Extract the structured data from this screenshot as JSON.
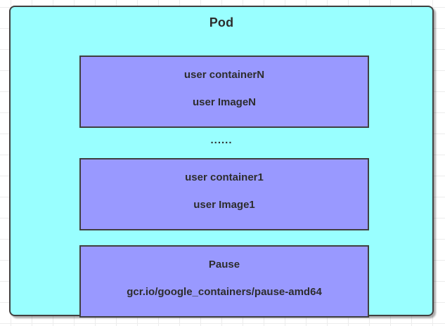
{
  "diagram": {
    "title": "Pod",
    "ellipsis": "......",
    "containers": [
      {
        "name": "user containerN",
        "image": "user ImageN"
      },
      {
        "name": "user container1",
        "image": "user Image1"
      },
      {
        "name": "Pause",
        "image": "gcr.io/google_containers/pause-amd64"
      }
    ],
    "colors": {
      "pod_fill": "#99FFFF",
      "container_fill": "#9999FF",
      "border": "#3F3F3F",
      "text": "#2D2D2D",
      "grid_line": "#ECECEC",
      "canvas_background": "#FFFFFF"
    }
  }
}
